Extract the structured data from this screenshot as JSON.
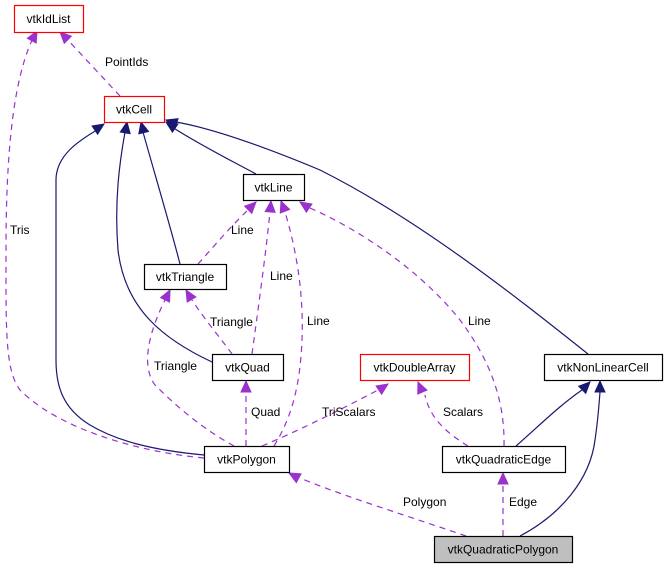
{
  "diagram": {
    "title": "vtkQuadraticPolygon collaboration diagram",
    "colors": {
      "inheritance_edge": "#191970",
      "usage_edge": "#9a32cd",
      "undocumented_border": "#ff0000",
      "documented_border": "#000000",
      "focus_fill": "#bfbfbf"
    },
    "nodes": [
      {
        "id": "vtkIdList",
        "label": "vtkIdList",
        "border": "red"
      },
      {
        "id": "vtkCell",
        "label": "vtkCell",
        "border": "red"
      },
      {
        "id": "vtkLine",
        "label": "vtkLine",
        "border": "black"
      },
      {
        "id": "vtkTriangle",
        "label": "vtkTriangle",
        "border": "black"
      },
      {
        "id": "vtkQuad",
        "label": "vtkQuad",
        "border": "black"
      },
      {
        "id": "vtkDoubleArray",
        "label": "vtkDoubleArray",
        "border": "red"
      },
      {
        "id": "vtkNonLinearCell",
        "label": "vtkNonLinearCell",
        "border": "black"
      },
      {
        "id": "vtkPolygon",
        "label": "vtkPolygon",
        "border": "black"
      },
      {
        "id": "vtkQuadraticEdge",
        "label": "vtkQuadraticEdge",
        "border": "black"
      },
      {
        "id": "vtkQuadraticPolygon",
        "label": "vtkQuadraticPolygon",
        "border": "black",
        "focus": true
      }
    ],
    "edges": [
      {
        "from": "vtkCell",
        "to": "vtkIdList",
        "type": "usage",
        "label": "PointIds"
      },
      {
        "from": "vtkPolygon",
        "to": "vtkIdList",
        "type": "usage",
        "label": "Tris"
      },
      {
        "from": "vtkLine",
        "to": "vtkCell",
        "type": "inheritance",
        "label": ""
      },
      {
        "from": "vtkTriangle",
        "to": "vtkCell",
        "type": "inheritance",
        "label": ""
      },
      {
        "from": "vtkQuad",
        "to": "vtkCell",
        "type": "inheritance",
        "label": ""
      },
      {
        "from": "vtkPolygon",
        "to": "vtkCell",
        "type": "inheritance",
        "label": ""
      },
      {
        "from": "vtkNonLinearCell",
        "to": "vtkCell",
        "type": "inheritance",
        "label": ""
      },
      {
        "from": "vtkTriangle",
        "to": "vtkLine",
        "type": "usage",
        "label": "Line"
      },
      {
        "from": "vtkQuad",
        "to": "vtkLine",
        "type": "usage",
        "label": "Line"
      },
      {
        "from": "vtkPolygon",
        "to": "vtkLine",
        "type": "usage",
        "label": "Line"
      },
      {
        "from": "vtkQuadraticEdge",
        "to": "vtkLine",
        "type": "usage",
        "label": "Line"
      },
      {
        "from": "vtkQuad",
        "to": "vtkTriangle",
        "type": "usage",
        "label": "Triangle"
      },
      {
        "from": "vtkPolygon",
        "to": "vtkTriangle",
        "type": "usage",
        "label": "Triangle"
      },
      {
        "from": "vtkPolygon",
        "to": "vtkQuad",
        "type": "usage",
        "label": "Quad"
      },
      {
        "from": "vtkPolygon",
        "to": "vtkDoubleArray",
        "type": "usage",
        "label": "TriScalars"
      },
      {
        "from": "vtkQuadraticEdge",
        "to": "vtkDoubleArray",
        "type": "usage",
        "label": "Scalars"
      },
      {
        "from": "vtkQuadraticEdge",
        "to": "vtkNonLinearCell",
        "type": "inheritance",
        "label": ""
      },
      {
        "from": "vtkQuadraticPolygon",
        "to": "vtkNonLinearCell",
        "type": "inheritance",
        "label": ""
      },
      {
        "from": "vtkQuadraticPolygon",
        "to": "vtkPolygon",
        "type": "usage",
        "label": "Polygon"
      },
      {
        "from": "vtkQuadraticPolygon",
        "to": "vtkQuadraticEdge",
        "type": "usage",
        "label": "Edge"
      }
    ]
  }
}
